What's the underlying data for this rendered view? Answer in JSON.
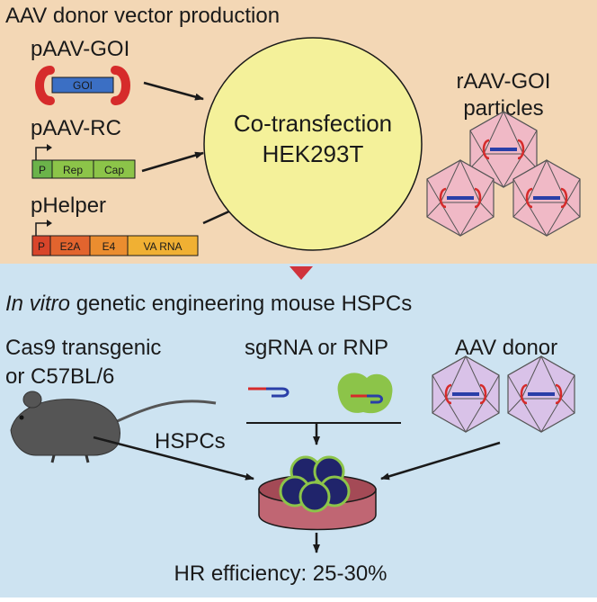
{
  "colors": {
    "top_bg": "#f3d7b5",
    "bottom_bg": "#cde3f1",
    "cell_yellow": "#f4f19a",
    "capsid_pink": "#f0b9c6",
    "capsid_purple": "#d9c2e8",
    "itr_red": "#d62b2b",
    "goi_blue": "#3b6fc4",
    "rnp_green": "#8cc449",
    "dish_rim": "#a44a56",
    "hspc_navy": "#20246b",
    "triangle_red": "#d0333c"
  },
  "top": {
    "title": "AAV donor vector production",
    "goi_plasmid": {
      "name": "pAAV-GOI",
      "segment": "GOI"
    },
    "rc_plasmid": {
      "name": "pAAV-RC",
      "segments": [
        "P",
        "Rep",
        "Cap"
      ]
    },
    "helper_plasmid": {
      "name": "pHelper",
      "segments": [
        "P",
        "E2A",
        "E4",
        "VA RNA"
      ]
    },
    "cell": {
      "line1": "Co-transfection",
      "line2": "HEK293T"
    },
    "particles": {
      "line1": "rAAV-GOI",
      "line2": "particles"
    }
  },
  "bottom": {
    "title_italic": "In vitro",
    "title_rest": " genetic engineering mouse HSPCs",
    "mouse": {
      "line1": "Cas9 transgenic",
      "line2": "or C57BL/6"
    },
    "sgrna": "sgRNA or RNP",
    "donor": "AAV donor",
    "hspcs": "HSPCs",
    "result": "HR efficiency: 25-30%"
  }
}
